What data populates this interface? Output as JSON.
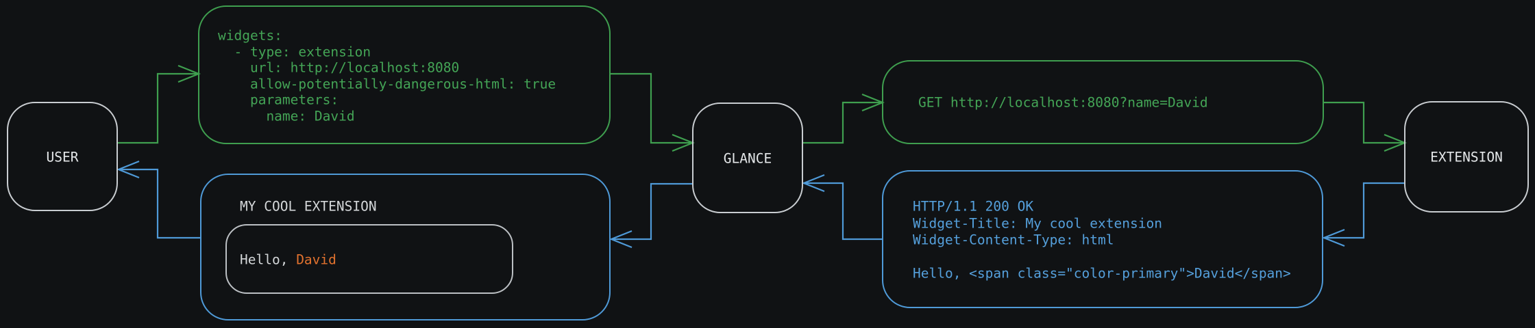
{
  "nodes": {
    "user": "USER",
    "glance": "GLANCE",
    "extension": "EXTENSION"
  },
  "yaml": {
    "lines": [
      "widgets:",
      "  - type: extension",
      "    url: http://localhost:8080",
      "    allow-potentially-dangerous-html: true",
      "    parameters:",
      "      name: David"
    ]
  },
  "request": {
    "line": "GET http://localhost:8080?name=David"
  },
  "response": {
    "lines": [
      "HTTP/1.1 200 OK",
      "Widget-Title: My cool extension",
      "Widget-Content-Type: html",
      "",
      "Hello, <span class=\"color-primary\">David</span>"
    ]
  },
  "widget": {
    "title": "MY COOL EXTENSION",
    "greeting_prefix": "Hello, ",
    "greeting_name": "David"
  },
  "colors": {
    "background": "#101214",
    "green": "#3f9f4f",
    "blue": "#4f9ad8",
    "orange": "#e2722e",
    "node_border": "#c9cdd1",
    "light_text": "#d4d7d9"
  }
}
